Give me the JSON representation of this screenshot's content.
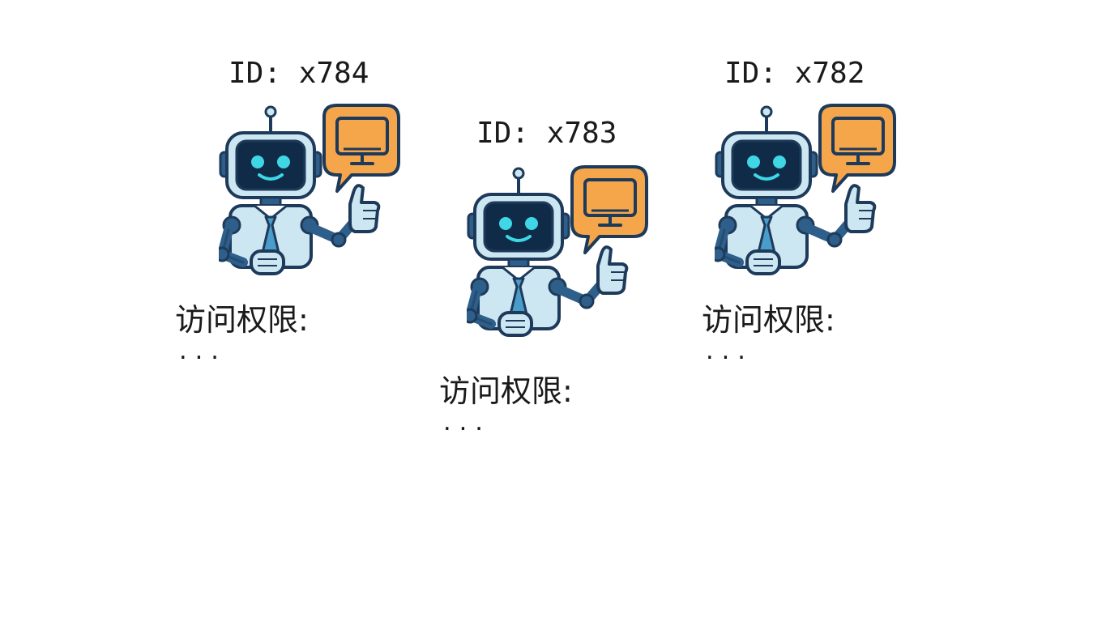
{
  "agents": [
    {
      "id_label": "ID: x784",
      "access_label": "访问权限:",
      "access_value": "...",
      "icon": "robot-with-monitor-speech-bubble-icon"
    },
    {
      "id_label": "ID: x783",
      "access_label": "访问权限:",
      "access_value": "...",
      "icon": "robot-with-monitor-speech-bubble-icon"
    },
    {
      "id_label": "ID: x782",
      "access_label": "访问权限:",
      "access_value": "...",
      "icon": "robot-with-monitor-speech-bubble-icon"
    }
  ],
  "colors": {
    "robot_body": "#cde7f2",
    "robot_outline": "#1e3a5a",
    "robot_face": "#0f2b47",
    "robot_eyes": "#3fd6e6",
    "tie": "#4a9cc9",
    "bubble": "#f5a54a",
    "arm": "#2e5f8a"
  }
}
